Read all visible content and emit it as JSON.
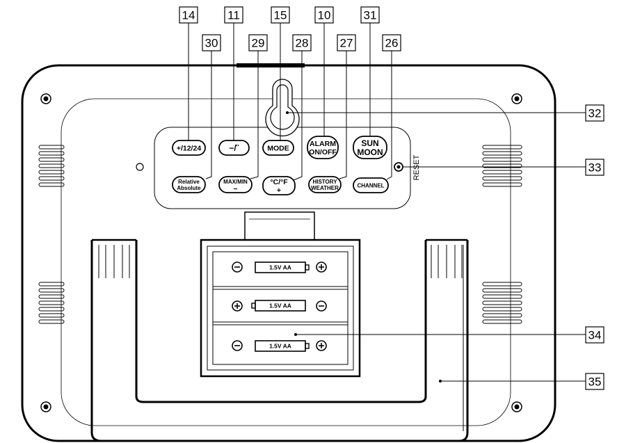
{
  "buttons": {
    "b_12_24": "+/12/24",
    "b_minus_wifi": "−/῝",
    "b_mode": "MODE",
    "b_alarm_1": "ALARM",
    "b_alarm_2": "ON/OFF",
    "b_sun": "SUN",
    "b_moon": "MOON",
    "b_rel": "Relative",
    "b_abs": "Absolute",
    "b_maxmin_1": "MAX/MIN",
    "b_maxmin_2": "−",
    "b_cf_1": "°C/°F",
    "b_cf_2": "+",
    "b_hist_1": "HISTORY",
    "b_hist_2": "WEATHER",
    "b_channel": "CHANNEL"
  },
  "reset_label": "RESET",
  "batteries": [
    "1.5V AA",
    "1.5V AA",
    "1.5V AA"
  ],
  "callouts": {
    "c14": "14",
    "c11": "11",
    "c15": "15",
    "c10": "10",
    "c31": "31",
    "c30": "30",
    "c29": "29",
    "c28": "28",
    "c27": "27",
    "c26": "26",
    "c32": "32",
    "c33": "33",
    "c34": "34",
    "c35": "35"
  }
}
